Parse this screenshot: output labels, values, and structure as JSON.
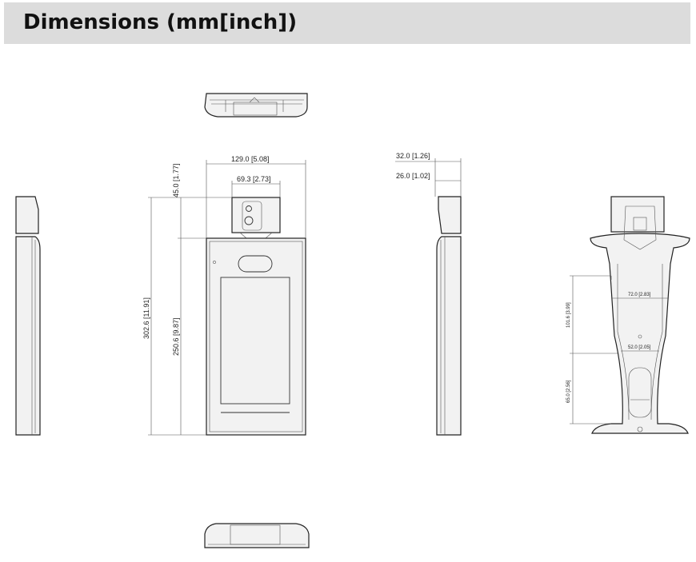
{
  "header": {
    "title": "Dimensions (mm[inch])"
  },
  "dimensions": {
    "front_width": "129.0  [5.08]",
    "camera_width": "69.3  [2.73]",
    "camera_height": "45.0  [1.77]",
    "total_height": "302.6  [11.91]",
    "body_height": "250.6  [9.87]",
    "side_depth_total": "32.0  [1.26]",
    "side_depth_body": "26.0  [1.02]",
    "rear_width_upper": "72.0  [2.83]",
    "rear_width_lower": "52.0  [2.05]",
    "rear_height_upper": "101.6  [3.99]",
    "rear_height_lower": "65.0  [2.56]"
  }
}
